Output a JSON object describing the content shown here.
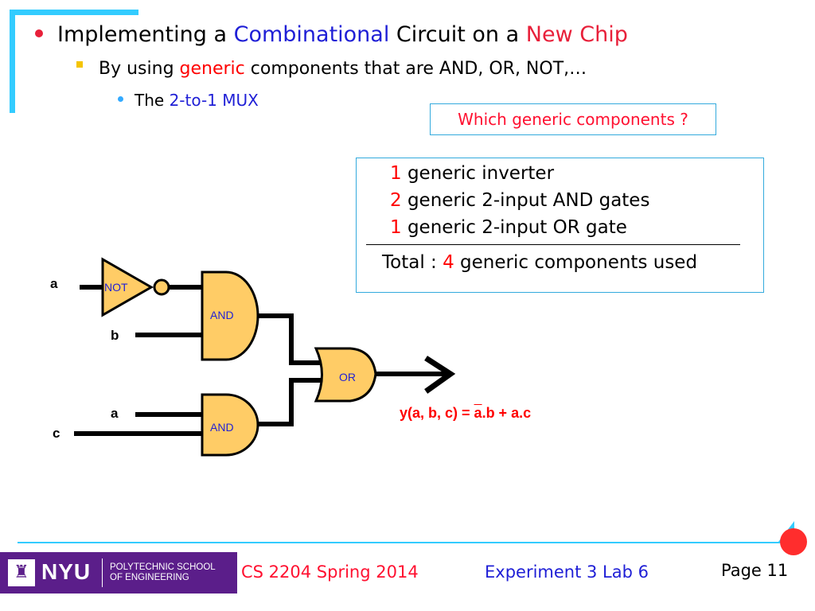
{
  "bullets": {
    "level1": {
      "pre": "Implementing a ",
      "highlight1": "Combinational",
      "mid": " Circuit on a ",
      "highlight2": "New Chip"
    },
    "level2": {
      "pre": "By using ",
      "highlight": "generic",
      "post": " components that are AND, OR, NOT,…"
    },
    "level3": {
      "pre": "The ",
      "highlight": "2-to-1 MUX"
    }
  },
  "question_box": "Which generic components ?",
  "components_box": {
    "lines": [
      {
        "num": "1",
        "text": " generic inverter"
      },
      {
        "num": "2",
        "text": " generic 2-input AND gates"
      },
      {
        "num": "1",
        "text": " generic 2-input OR gate"
      }
    ],
    "total": {
      "pre": "Total : ",
      "num": "4",
      "post": " generic components used"
    }
  },
  "circuit": {
    "gates": {
      "not": "NOT",
      "and_top": "AND",
      "and_bottom": "AND",
      "or": "OR"
    },
    "inputs": {
      "a_top": "a",
      "b": "b",
      "a_bottom": "a",
      "c": "c"
    },
    "formula": {
      "lhs": "y(a, b, c) = ",
      "a_bar": "a",
      "rest": ".b + a.c"
    },
    "colors": {
      "gate_fill": "#ffcc66",
      "gate_stroke": "#000000",
      "gate_label": "#1f1fd6"
    }
  },
  "footer": {
    "logo_nyu": "NYU",
    "logo_school_line1": "POLYTECHNIC SCHOOL",
    "logo_school_line2": "OF ENGINEERING",
    "course": "CS 2204 Spring 2014",
    "experiment": "Experiment 3 Lab 6",
    "page": "Page 11"
  },
  "colors": {
    "accent": "#33ccff",
    "highlight_blue": "#1f1fd6",
    "highlight_red": "#ff0000",
    "logo_purple": "#5b1e8a"
  }
}
